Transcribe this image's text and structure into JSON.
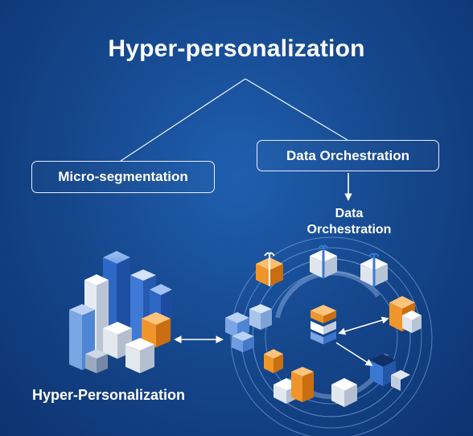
{
  "title": "Hyper-personalization",
  "nodes": {
    "micro_segmentation": "Micro-segmentation",
    "data_orchestration_box": "Data Orchestration",
    "data_orchestration_label_line1": "Data",
    "data_orchestration_label_line2": "Orchestration",
    "hyper_personalization": "Hyper-Personalization"
  },
  "colors": {
    "background": "#16498f",
    "line": "#e8eef8",
    "cube_blue": "#2f6fd0",
    "cube_white": "#e9edf3",
    "cube_orange": "#f0952a"
  },
  "icons": [
    "gift-icon",
    "cube-stack-icon",
    "orbit-ring-icon",
    "arrow-icon"
  ]
}
